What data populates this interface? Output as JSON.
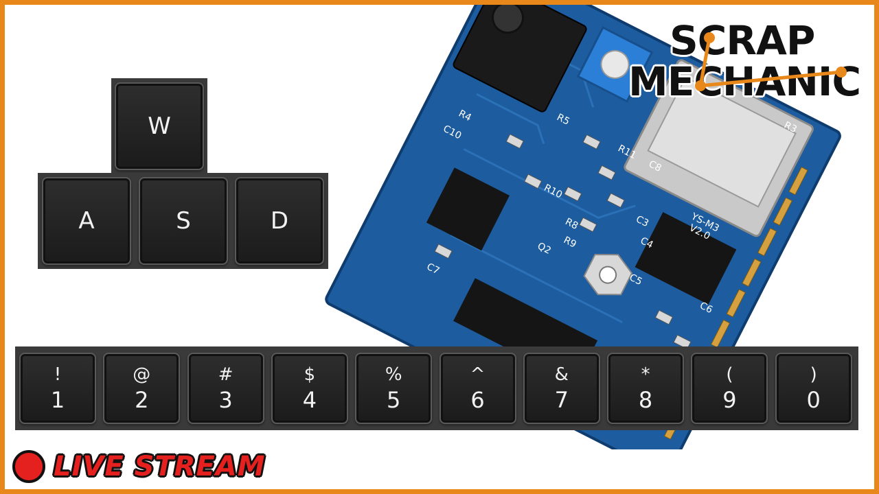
{
  "logo": {
    "line1": "SCRAP",
    "line2": "MECHANIC",
    "accent": "#e8871a"
  },
  "wasd": {
    "w": "W",
    "a": "A",
    "s": "S",
    "d": "D"
  },
  "number_keys": [
    {
      "sym": "!",
      "num": "1"
    },
    {
      "sym": "@",
      "num": "2"
    },
    {
      "sym": "#",
      "num": "3"
    },
    {
      "sym": "$",
      "num": "4"
    },
    {
      "sym": "%",
      "num": "5"
    },
    {
      "sym": "^",
      "num": "6"
    },
    {
      "sym": "&",
      "num": "7"
    },
    {
      "sym": "*",
      "num": "8"
    },
    {
      "sym": "(",
      "num": "9"
    },
    {
      "sym": ")",
      "num": "0"
    }
  ],
  "live": {
    "label": "LIVE STREAM",
    "color": "#e5211f"
  },
  "board": {
    "icon": "circuit-board-image",
    "labels": {
      "model": "YS-M3",
      "version": "V2.0",
      "r3": "R3",
      "r4": "R4",
      "r5": "R5",
      "r8": "R8",
      "r9": "R9",
      "r10": "R10",
      "r11": "R11",
      "c3": "C3",
      "c4": "C4",
      "c5": "C5",
      "c6": "C6",
      "c7": "C7",
      "c8": "C8",
      "c10": "C10",
      "q2": "Q2"
    }
  },
  "colors": {
    "frame": "#e8871a",
    "board": "#1d5c9e",
    "key": "#222222"
  }
}
